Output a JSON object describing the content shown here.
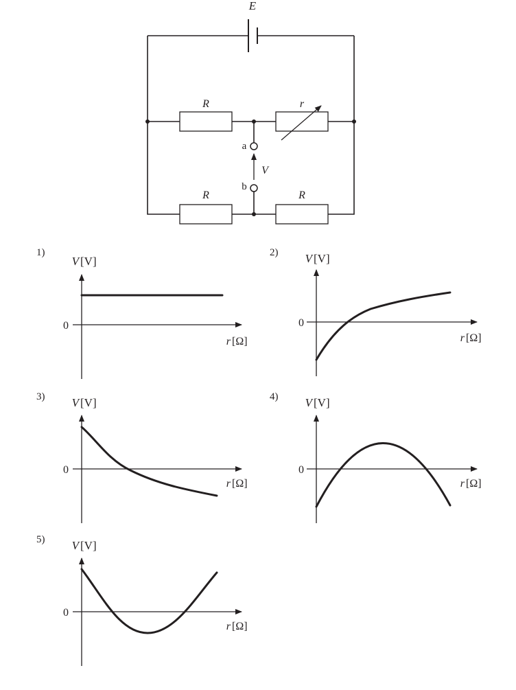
{
  "circuit": {
    "battery_label": "E",
    "resistor_top_left": "R",
    "resistor_variable": "r",
    "resistor_bottom_left": "R",
    "resistor_bottom_right": "R",
    "terminal_a": "a",
    "terminal_b": "b",
    "voltage_label": "V"
  },
  "options": [
    {
      "number": "1)",
      "y_label": "V",
      "y_unit": "[V]",
      "x_label": "r",
      "x_unit": "[Ω]",
      "zero": "0",
      "curve_shape": "constant-positive"
    },
    {
      "number": "2)",
      "y_label": "V",
      "y_unit": "[V]",
      "x_label": "r",
      "x_unit": "[Ω]",
      "zero": "0",
      "curve_shape": "increasing-concave-from-negative"
    },
    {
      "number": "3)",
      "y_label": "V",
      "y_unit": "[V]",
      "x_label": "r",
      "x_unit": "[Ω]",
      "zero": "0",
      "curve_shape": "decreasing-convex-from-positive"
    },
    {
      "number": "4)",
      "y_label": "V",
      "y_unit": "[V]",
      "x_label": "r",
      "x_unit": "[Ω]",
      "zero": "0",
      "curve_shape": "rise-then-fall"
    },
    {
      "number": "5)",
      "y_label": "V",
      "y_unit": "[V]",
      "x_label": "r",
      "x_unit": "[Ω]",
      "zero": "0",
      "curve_shape": "fall-then-rise"
    }
  ]
}
